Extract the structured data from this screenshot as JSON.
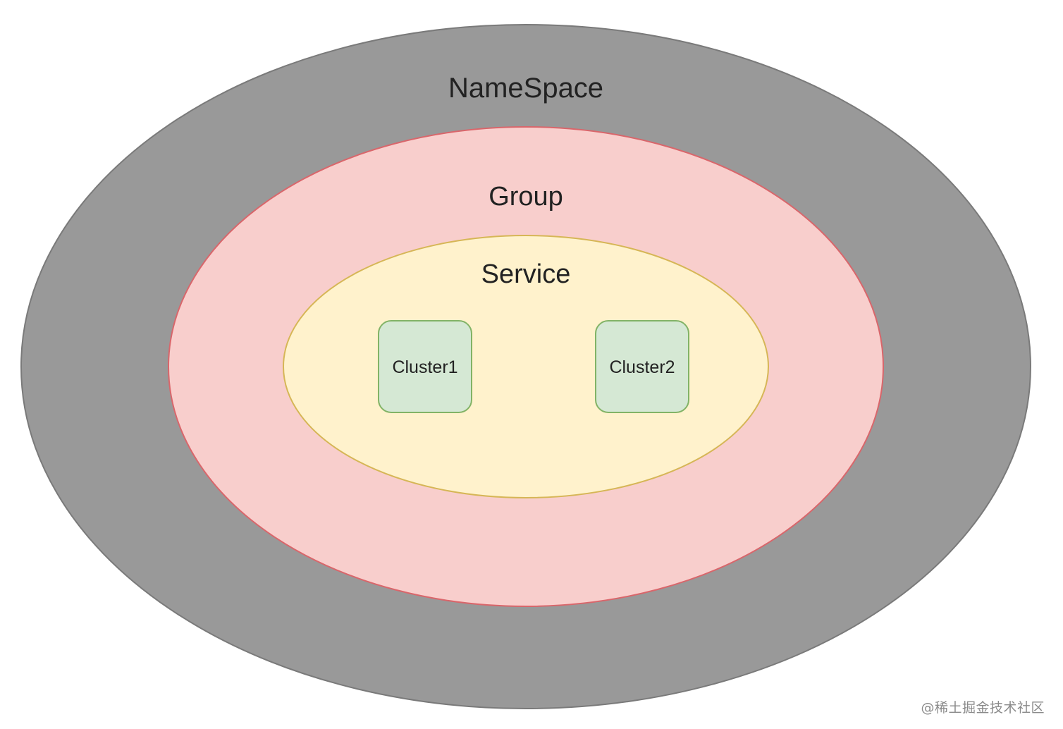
{
  "diagram": {
    "namespace": {
      "label": "NameSpace",
      "fill": "#999999",
      "stroke": "#7a7a7a"
    },
    "group": {
      "label": "Group",
      "fill": "#f8cecc",
      "stroke": "#d9666b"
    },
    "service": {
      "label": "Service",
      "fill": "#fff2cc",
      "stroke": "#d6b656"
    },
    "clusters": [
      {
        "label": "Cluster1",
        "fill": "#d5e8d4",
        "stroke": "#82b366"
      },
      {
        "label": "Cluster2",
        "fill": "#d5e8d4",
        "stroke": "#82b366"
      }
    ]
  },
  "watermark": "@稀土掘金技术社区"
}
